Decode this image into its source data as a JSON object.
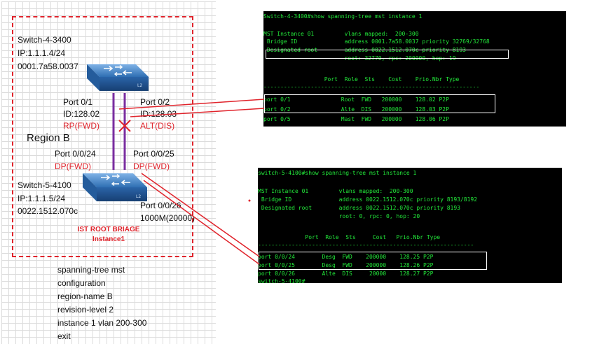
{
  "region_label": "Region B",
  "switch_top": {
    "name": "Switch-4-3400",
    "ip": "IP:1.1.1.4/24",
    "mac": "0001.7a58.0037",
    "port_left": "Port 0/1",
    "port_left_id": "ID:128.02",
    "port_left_state": "RP(FWD)",
    "port_right": "Port 0/2",
    "port_right_id": "ID:128.03",
    "port_right_state": "ALT(DIS)"
  },
  "switch_bottom": {
    "name": "Switch-5-4100",
    "ip": "IP:1.1.1.5/24",
    "mac": "0022.1512.070c",
    "port_left": "Port 0/0/24",
    "port_left_state": "DP(FWD)",
    "port_right": "Port 0/0/25",
    "port_right_state": "DP(FWD)",
    "port_extra": "Port 0/0/26",
    "port_extra_speed": "1000M(20000)",
    "root_note_1": "IST ROOT BRIAGE",
    "root_note_2": "Instance1"
  },
  "config_lines": [
    "spanning-tree mst",
    "configuration",
    "region-name B",
    "revision-level 2",
    "instance 1 vlan 200-300",
    "exit"
  ],
  "terminal_top": [
    "Switch-4-3400#show spanning-tree mst instance 1",
    "",
    "MST Instance 01         vlans mapped:  200-300",
    " Bridge ID              address 0001.7a58.0037 priority 32769/32768",
    " Designated root        address 0022.1512.070c priority 8193",
    "                        root: 32770, rpc: 200000, hop: 19",
    "",
    "                  Port  Role  Sts    Cost    Prio.Nbr Type",
    "----------------------------------------------------------------",
    "port 0/1               Root  FWD   200000    128.02 P2P",
    "port 0/2               Alte  DIS   200000    128.03 P2P",
    "port 0/5               Mast  FWD   200000    128.06 P2P"
  ],
  "terminal_bottom": [
    "switch-5-4100#show spanning-tree mst instance 1",
    "",
    "MST Instance 01         vlans mapped:  200-300",
    " Bridge ID              address 0022.1512.070c priority 8193/8192",
    " Designated root        address 0022.1512.070c priority 8193",
    "                        root: 0, rpc: 0, hop: 20",
    "",
    "              Port  Role  Sts     Cost   Prio.Nbr Type",
    "----------------------------------------------------------------",
    "port 0/0/24        Desg  FWD    200000    128.25 P2P",
    "port 0/0/25        Desg  FWD    200000    128.26 P2P",
    "port 0/0/26        Alte  DIS     20000    128.27 P2P",
    "switch-5-4100#"
  ],
  "colors": {
    "accent_red": "#e0242c",
    "link_purple": "#7a2ea0",
    "terminal_green": "#22e83a",
    "switch_blue": "#2f6fb3"
  }
}
